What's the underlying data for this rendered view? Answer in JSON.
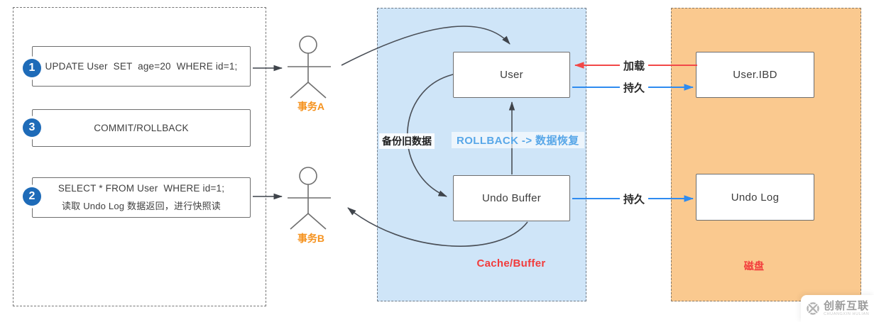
{
  "statements": [
    {
      "badge": "1",
      "line1": "UPDATE User  SET  age=20  WHERE id=1;"
    },
    {
      "badge": "3",
      "line1": "COMMIT/ROLLBACK"
    },
    {
      "badge": "2",
      "line1": "SELECT * FROM User  WHERE id=1;",
      "line2": "读取 Undo Log 数据返回，进行快照读"
    }
  ],
  "actors": [
    {
      "label": "事务A"
    },
    {
      "label": "事务B"
    }
  ],
  "cache": {
    "title": "Cache/Buffer",
    "user": "User",
    "undo_buffer": "Undo Buffer",
    "backup_label": "备份旧数据",
    "rollback_label": "ROLLBACK -> 数据恢复"
  },
  "disk": {
    "title": "磁盘",
    "user_ibd": "User.IBD",
    "undo_log": "Undo Log"
  },
  "flows": {
    "load": "加载",
    "persist_top": "持久",
    "persist_bottom": "持久"
  },
  "watermark": {
    "brand": "创新互联",
    "tagline": "CHUANGXIN HULIAN"
  },
  "colors": {
    "cache_bg": "#cfe5f8",
    "disk_bg": "#fac98f",
    "badge": "#1e6bb8",
    "accent_red": "#f23c3c",
    "accent_orange": "#f5921e",
    "rollback_blue": "#58a7e8",
    "arrow_red": "#f24848",
    "arrow_blue": "#2e8bf0"
  }
}
